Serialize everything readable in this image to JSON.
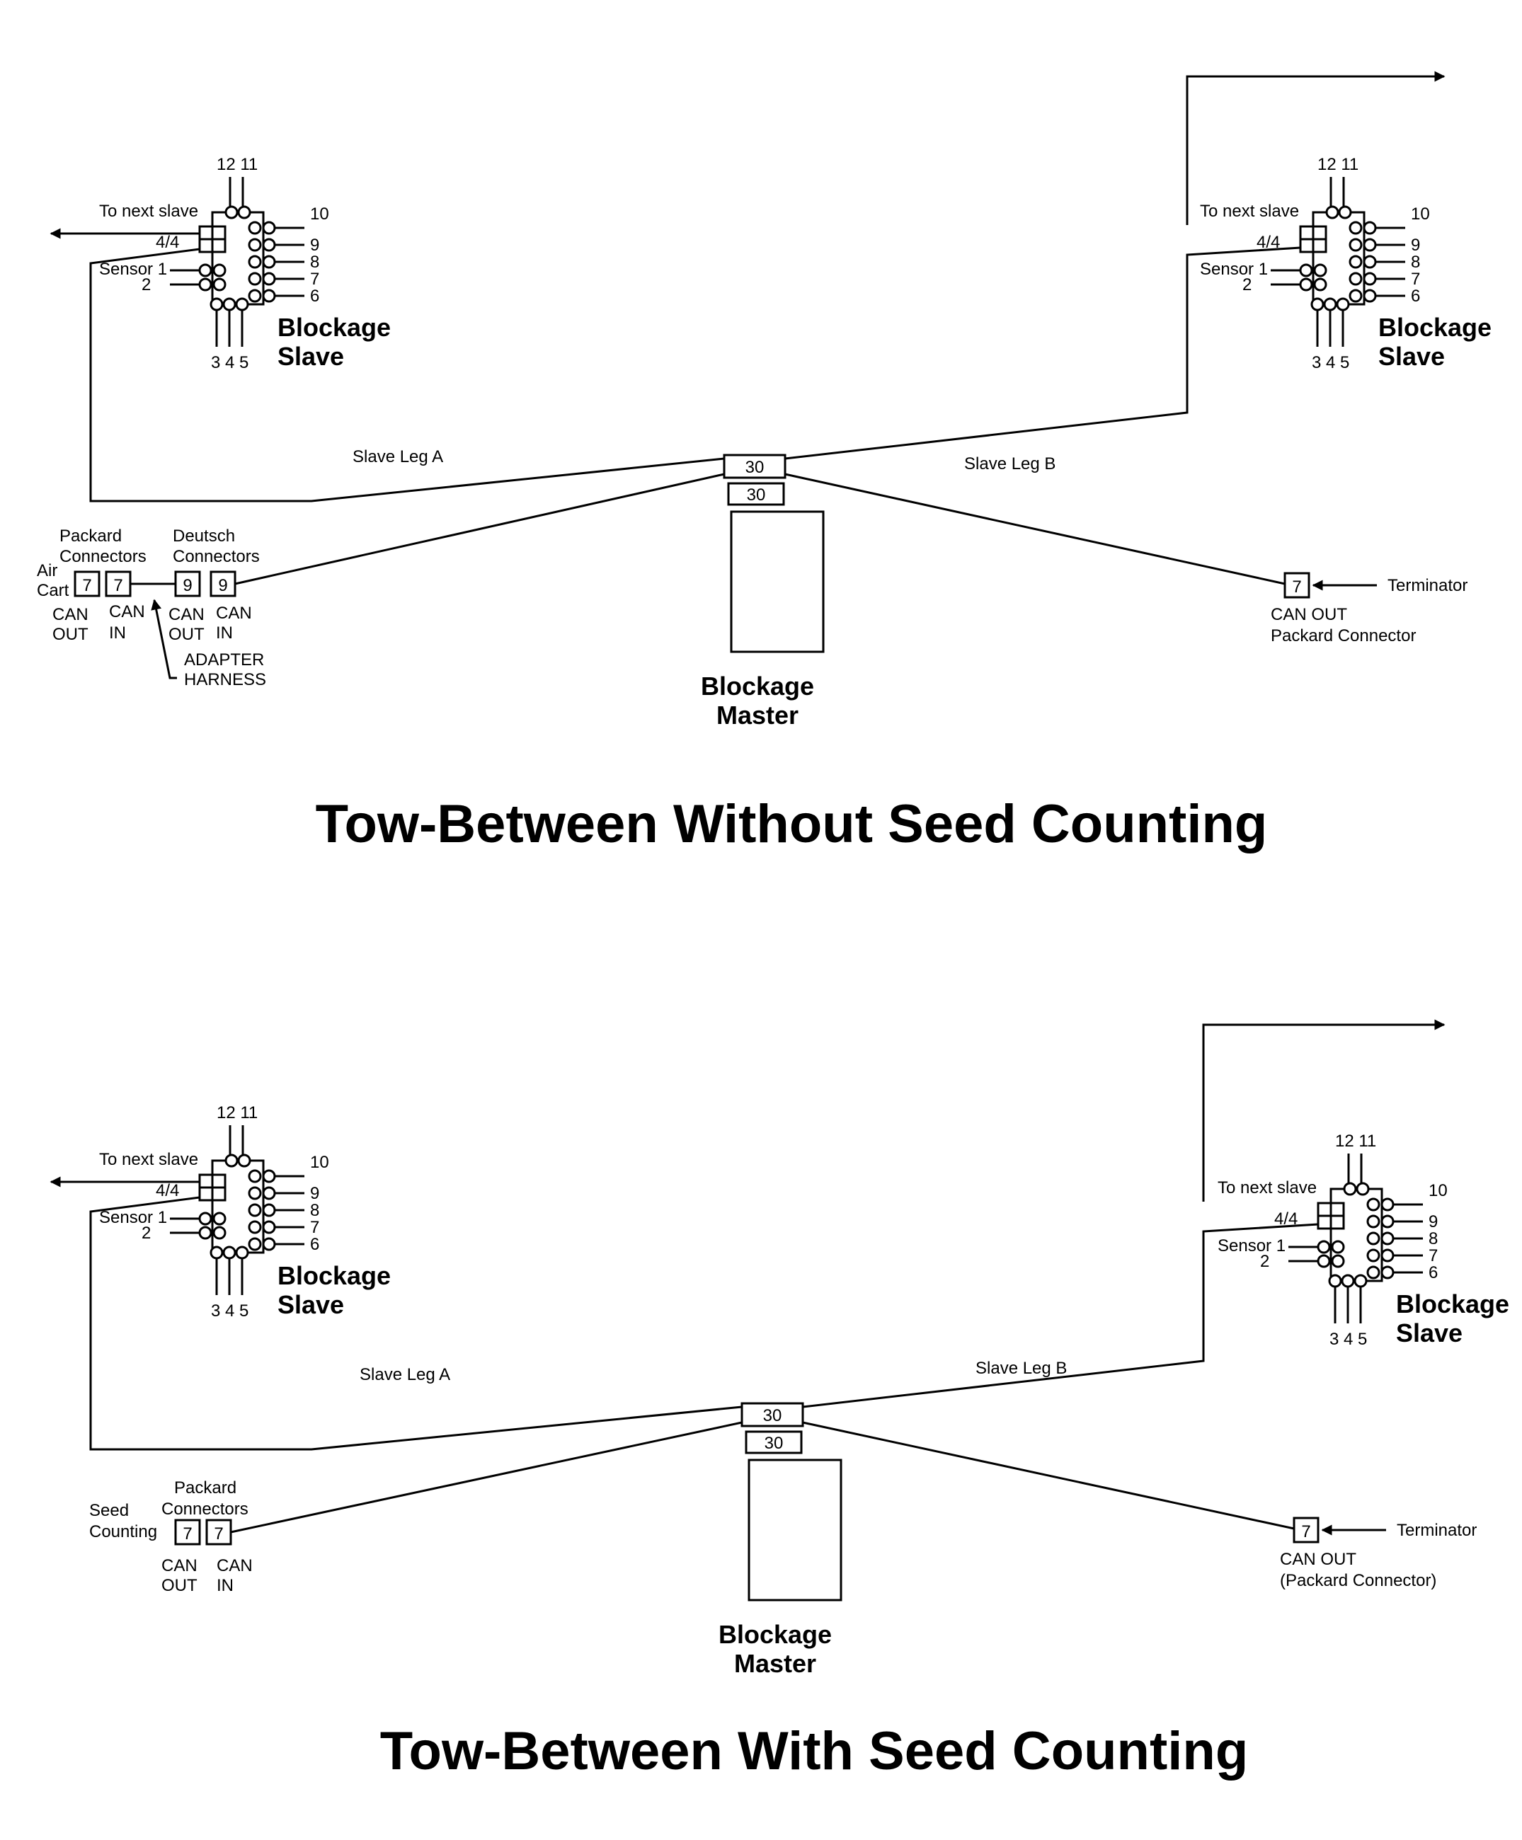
{
  "diagrams": [
    {
      "title": "Tow-Between Without Seed Counting",
      "slave_left": {
        "top_pins": "12 11",
        "bottom_pins": "3 4 5",
        "right_pins": [
          "10",
          "9",
          "8",
          "7",
          "6"
        ],
        "sensor1": "Sensor 1",
        "sensor2": "2",
        "hub": "4/4",
        "next": "To next slave",
        "name1": "Blockage",
        "name2": "Slave"
      },
      "slave_right": {
        "top_pins": "12 11",
        "bottom_pins": "3 4 5",
        "right_pins": [
          "10",
          "9",
          "8",
          "7",
          "6"
        ],
        "sensor1": "Sensor 1",
        "sensor2": "2",
        "hub": "4/4",
        "next": "To next slave",
        "name1": "Blockage",
        "name2": "Slave"
      },
      "leg_a": "Slave Leg A",
      "leg_b": "Slave Leg B",
      "master_conn_top": "30",
      "master_conn_bottom": "30",
      "master_name1": "Blockage",
      "master_name2": "Master",
      "terminator": "Terminator",
      "term_pin": "7",
      "term_label1": "CAN OUT",
      "term_label2": "Packard Connector",
      "left": {
        "source1": "Air",
        "source2": "Cart",
        "packard1": "Packard",
        "packard2": "Connectors",
        "deutsch1": "Deutsch",
        "deutsch2": "Connectors",
        "p_out_pin": "7",
        "p_in_pin": "7",
        "d_out_pin": "9",
        "d_in_pin": "9",
        "p_out_1": "CAN",
        "p_out_2": "OUT",
        "p_in_1": "CAN",
        "p_in_2": "IN",
        "d_out_1": "CAN",
        "d_out_2": "OUT",
        "d_in_1": "CAN",
        "d_in_2": "IN",
        "adapter1": "ADAPTER",
        "adapter2": "HARNESS"
      }
    },
    {
      "title": "Tow-Between With Seed Counting",
      "slave_left": {
        "top_pins": "12 11",
        "bottom_pins": "3 4 5",
        "right_pins": [
          "10",
          "9",
          "8",
          "7",
          "6"
        ],
        "sensor1": "Sensor 1",
        "sensor2": "2",
        "hub": "4/4",
        "next": "To next slave",
        "name1": "Blockage",
        "name2": "Slave"
      },
      "slave_right": {
        "top_pins": "12 11",
        "bottom_pins": "3 4 5",
        "right_pins": [
          "10",
          "9",
          "8",
          "7",
          "6"
        ],
        "sensor1": "Sensor 1",
        "sensor2": "2",
        "hub": "4/4",
        "next": "To next slave",
        "name1": "Blockage",
        "name2": "Slave"
      },
      "leg_a": "Slave Leg A",
      "leg_b": "Slave Leg B",
      "master_conn_top": "30",
      "master_conn_bottom": "30",
      "master_name1": "Blockage",
      "master_name2": "Master",
      "terminator": "Terminator",
      "term_pin": "7",
      "term_label1": "CAN OUT",
      "term_label2": "(Packard Connector)",
      "left": {
        "source1": "Seed",
        "source2": "Counting",
        "packard1": "Packard",
        "packard2": "Connectors",
        "p_out_pin": "7",
        "p_in_pin": "7",
        "p_out_1": "CAN",
        "p_out_2": "OUT",
        "p_in_1": "CAN",
        "p_in_2": "IN"
      }
    }
  ]
}
